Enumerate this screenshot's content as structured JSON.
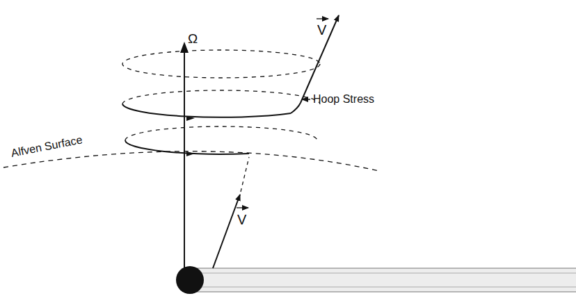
{
  "diagram": {
    "labels": [
      "V",
      "Ω",
      "Hoop Stress",
      "Alfven Surface",
      "V"
    ]
  }
}
